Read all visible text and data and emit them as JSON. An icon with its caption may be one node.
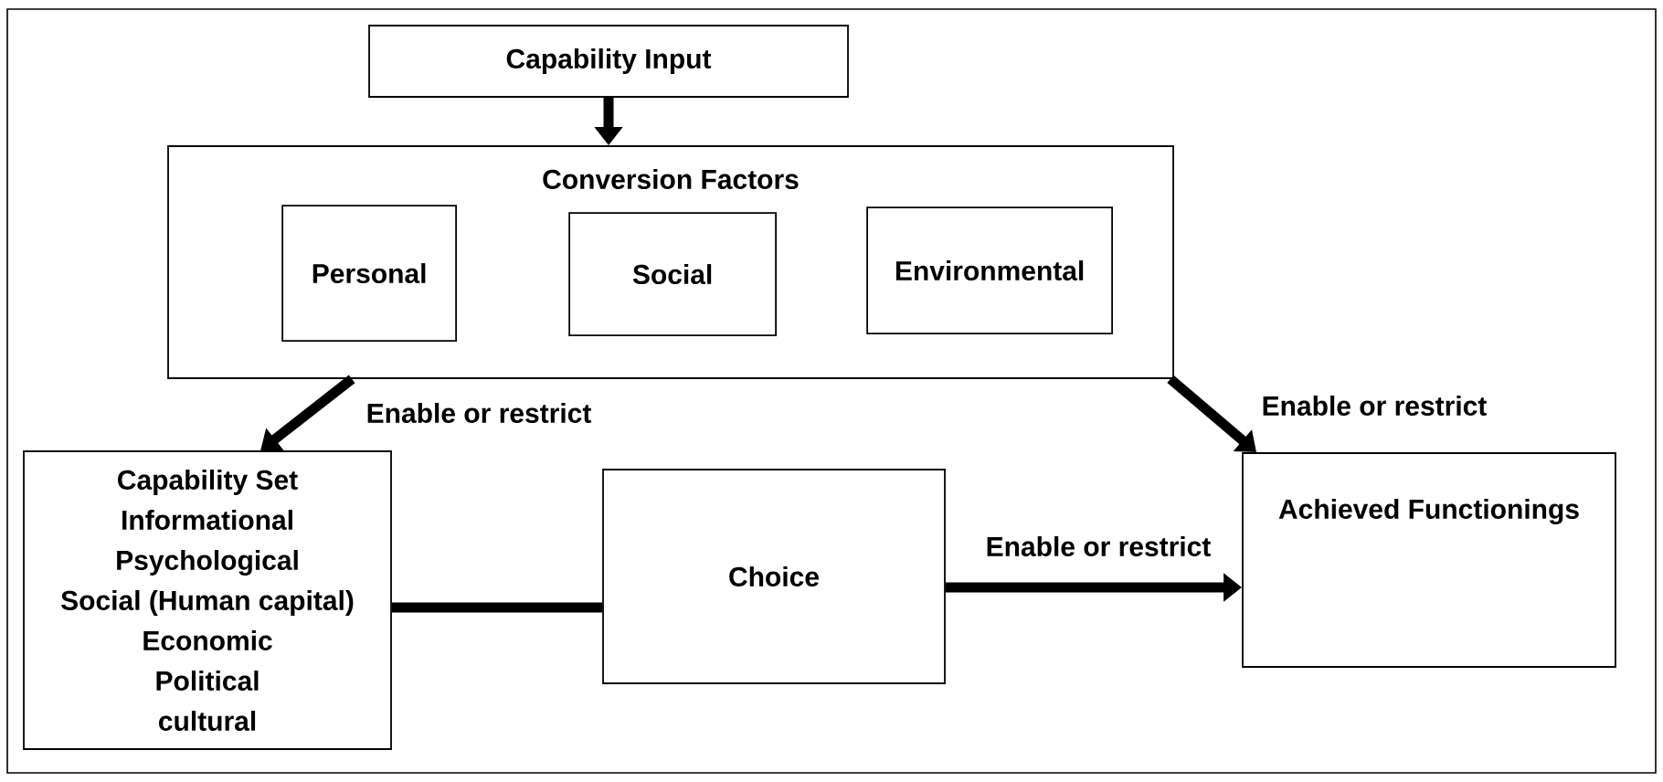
{
  "diagram": {
    "nodes": [
      {
        "text": [
          "Capability Input"
        ]
      },
      {
        "text": [
          "Conversion Factors"
        ]
      },
      {
        "text": [
          "Personal"
        ],
        "in": 1
      },
      {
        "text": [
          "Social"
        ],
        "in": 1
      },
      {
        "text": [
          "Environmental"
        ],
        "in": 1
      },
      {
        "text": [
          "Capability Set",
          "Informational",
          "Psychological",
          "Social (Human capital)",
          "Economic",
          "Political",
          "cultural"
        ]
      },
      {
        "text": [
          "Choice"
        ]
      },
      {
        "text": [
          "Achieved Functionings"
        ]
      }
    ],
    "edges": [
      {
        "from": 0,
        "to": 1,
        "arrow": "to"
      },
      {
        "from": 1,
        "to": 5,
        "arrow": "to",
        "label": "Enable or restrict"
      },
      {
        "from": 1,
        "to": 7,
        "arrow": "to",
        "label": "Enable or restrict"
      },
      {
        "from": 5,
        "to": 6,
        "arrow": "none"
      },
      {
        "from": 6,
        "to": 7,
        "arrow": "to",
        "label": "Enable or restrict"
      }
    ]
  }
}
